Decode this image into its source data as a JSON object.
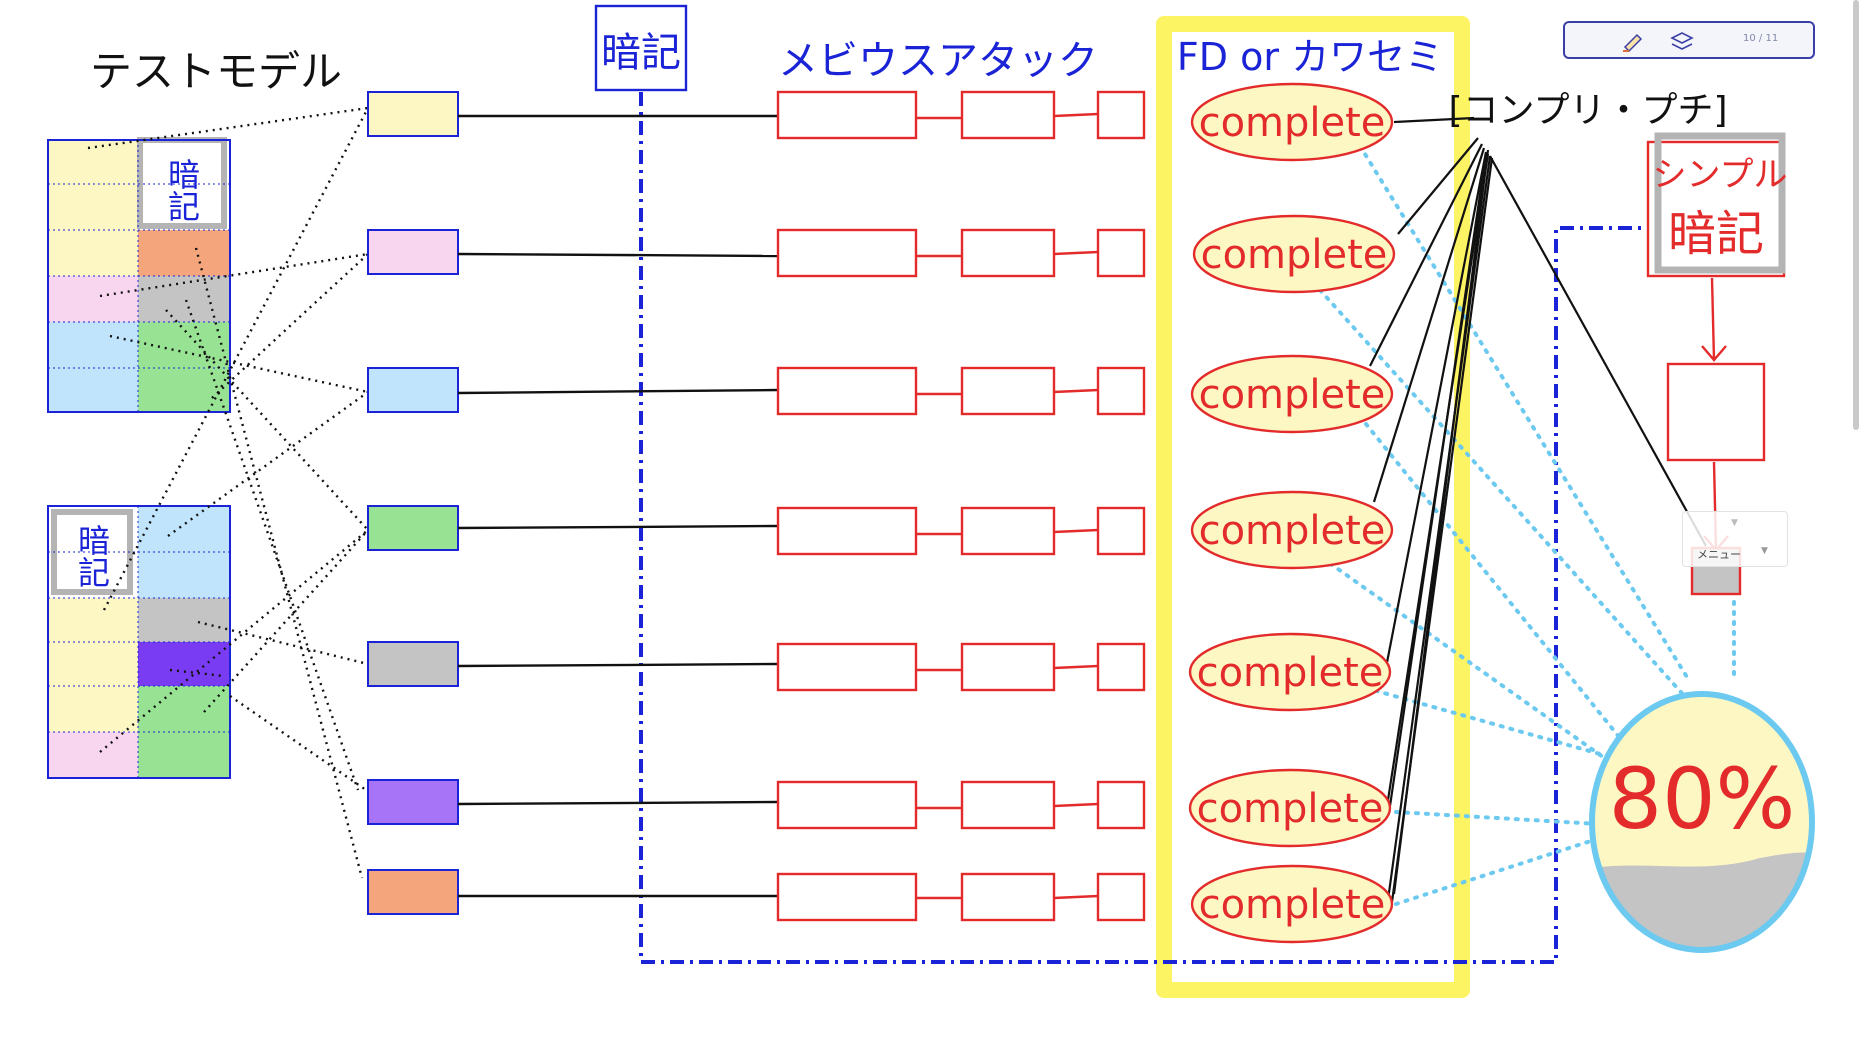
{
  "labels": {
    "test_model": "テストモデル",
    "anki_header": "暗記",
    "mobius_attack": "メビウスアタック",
    "fd_or_kawaseme": "FD or カワセミ",
    "complete_puchi": "[コンプリ・プチ]",
    "simple_anki_line1": "シンプル",
    "simple_anki_line2": "暗記",
    "sidebar_anki_1": "暗記",
    "sidebar_anki_2": "暗記",
    "percent": "80%"
  },
  "complete_label": "complete",
  "complete_items": [
    "complete",
    "complete",
    "complete",
    "complete",
    "complete",
    "complete",
    "complete"
  ],
  "toolbar": {
    "page_indicator": "10 / 11",
    "pen_icon": "pen-icon",
    "layers_icon": "layers-icon"
  },
  "menu": {
    "label": "メニュー"
  },
  "colors": {
    "yellow": "#fdf7c4",
    "pink": "#f9d6f0",
    "blue": "#bfe4fb",
    "green": "#98e393",
    "gray": "#c4c4c4",
    "purple": "#a774f7",
    "orange": "#f4a57c",
    "red": "#e32b2b",
    "navy": "#1a24d6",
    "highlight": "#fdf464",
    "dotted_cyan": "#6cc9ef"
  },
  "rows": [
    {
      "color": "yellow"
    },
    {
      "color": "pink"
    },
    {
      "color": "blue"
    },
    {
      "color": "green"
    },
    {
      "color": "gray"
    },
    {
      "color": "purple"
    },
    {
      "color": "orange"
    }
  ]
}
